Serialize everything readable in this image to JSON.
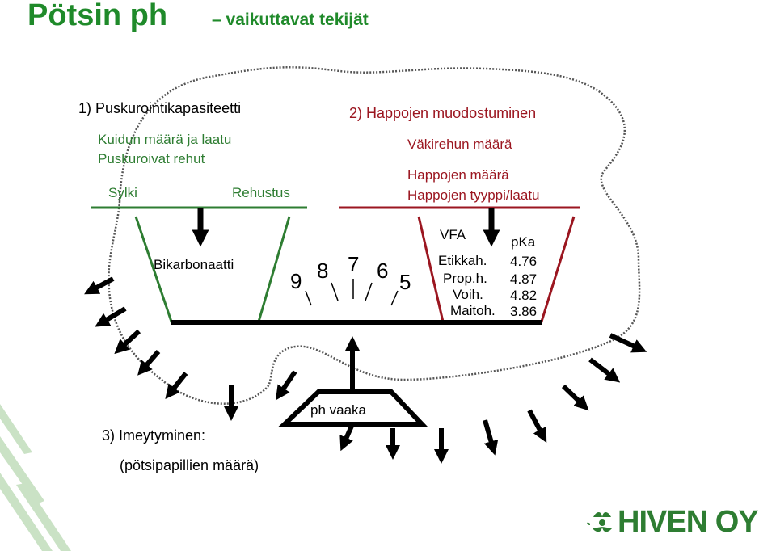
{
  "title": {
    "main": "Pötsin ph",
    "sub": "– vaikuttavat tekijät"
  },
  "section1": {
    "heading": "1) Puskurointikapasiteetti",
    "line1": "Kuidun määrä ja laatu",
    "line2": "Puskuroivat rehut",
    "left_label": "Sylki",
    "right_label": "Rehustus",
    "cup_label": "Bikarbonaatti"
  },
  "section2": {
    "heading": "2) Happojen muodostuminen",
    "line1": "Väkirehun määrä",
    "line2": "Happojen määrä",
    "line3": "Happojen tyyppi/laatu"
  },
  "scale": {
    "numbers": [
      "9",
      "8",
      "7",
      "6",
      "5"
    ],
    "label": "ph vaaka"
  },
  "vfa": {
    "header": "VFA",
    "pka_header": "pKa",
    "rows": [
      {
        "name": "Etikkah.",
        "pka": "4.76"
      },
      {
        "name": "Prop.h.",
        "pka": "4.87"
      },
      {
        "name": "Voih.",
        "pka": "4.82"
      },
      {
        "name": "Maitoh.",
        "pka": "3.86"
      }
    ]
  },
  "section3": {
    "heading": "3) Imeytyminen:",
    "subtext": "(pötsipapillien määrä)"
  },
  "logo": {
    "text": "HIVEN OY"
  },
  "colors": {
    "green": "#1f8a2a",
    "red": "#9b1620",
    "label_green": "#2e7d32"
  },
  "icons": [
    "arrow-icon",
    "leaf-logo-icon",
    "stripe-decoration"
  ]
}
